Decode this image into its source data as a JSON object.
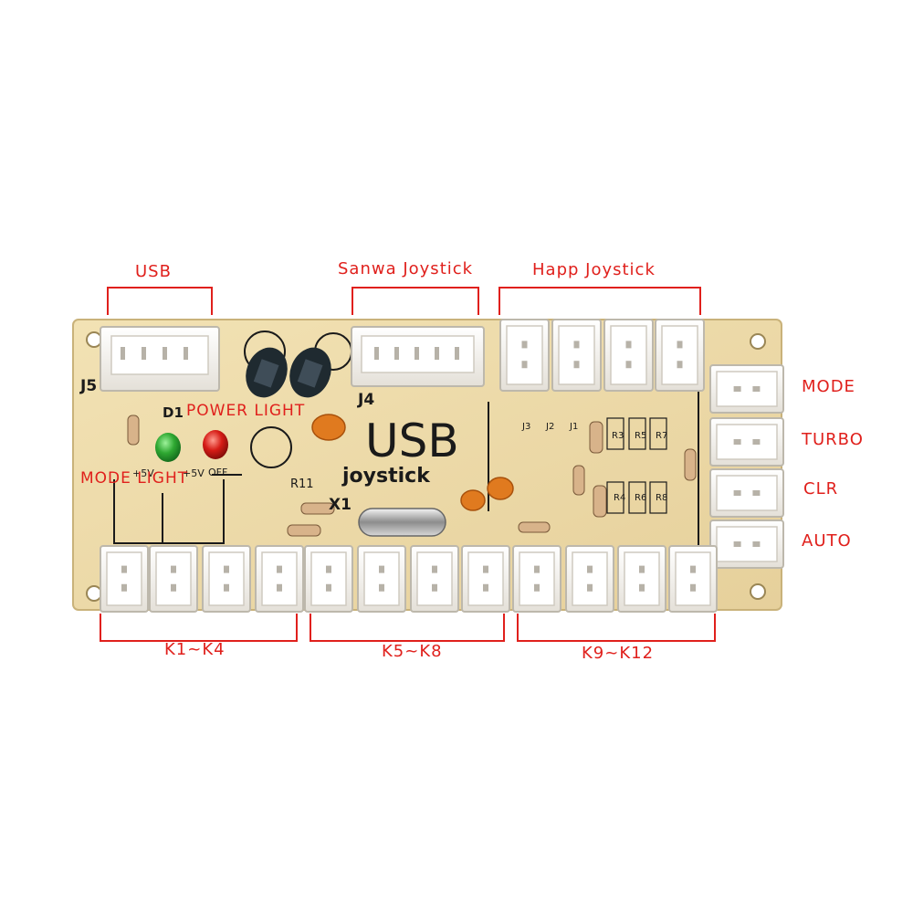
{
  "colors": {
    "label": "#e0201c",
    "board": "#efdcaa",
    "board_edge": "#c9b27a",
    "connector": "#f6f4ef",
    "silkscreen": "#1a1a1a"
  },
  "labels": {
    "usb": "USB",
    "sanwa_joystick": "Sanwa Joystick",
    "happ_joystick": "Happ Joystick",
    "mode": "MODE",
    "turbo": "TURBO",
    "clr": "CLR",
    "auto": "AUTO",
    "power_light": "POWER LIGHT",
    "mode_light": "MODE LIGHT",
    "k1_k4": "K1~K4",
    "k5_k8": "K5~K8",
    "k9_k12": "K9~K12"
  },
  "silkscreen": {
    "title": "USB",
    "subtitle": "joystick",
    "j5": "J5",
    "j4": "J4",
    "d1": "D1",
    "x1": "X1",
    "r11": "R11",
    "plus5v_a": "+5V",
    "plus5v_b": "+5V",
    "off": "OFF",
    "j3": "J3",
    "j2": "J2",
    "j1": "J1",
    "r3": "R3",
    "r5": "R5",
    "r7": "R7",
    "r4": "R4",
    "r6": "R6",
    "r8": "R8"
  },
  "leds": [
    {
      "name": "mode-light-led",
      "color": "#2fa832"
    },
    {
      "name": "power-light-led",
      "color": "#d61c16"
    }
  ]
}
